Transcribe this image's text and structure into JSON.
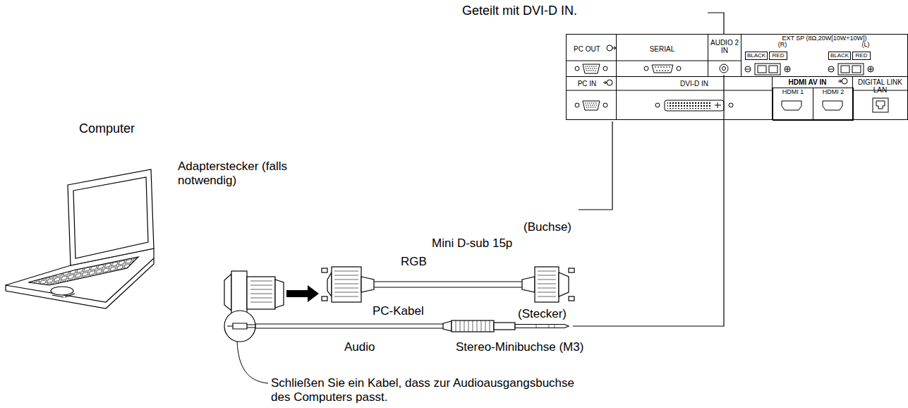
{
  "diagram": {
    "nodes": [
      {
        "text": [
          "PC OUT"
        ]
      },
      {
        "text": [
          "SERIAL"
        ]
      },
      {
        "text": [
          "AUDIO 2 IN"
        ]
      },
      {
        "text": [
          "EXT SP (8Ω,20W[10W+10W])"
        ]
      },
      {
        "text": [
          "BLACK"
        ],
        "in": 3
      },
      {
        "text": [
          "RED"
        ],
        "in": 3
      },
      {
        "text": [
          "BLACK"
        ],
        "in": 3
      },
      {
        "text": [
          "RED"
        ],
        "in": 3
      },
      {
        "text": [
          "PC IN"
        ]
      },
      {
        "text": [
          "DVI-D IN"
        ]
      },
      {
        "text": [
          "HDMI AV IN"
        ]
      },
      {
        "text": [
          "HDMI 1"
        ],
        "in": 10
      },
      {
        "text": [
          "HDMI 2"
        ],
        "in": 10
      },
      {
        "text": [
          "DIGITAL LINK",
          "LAN"
        ]
      }
    ],
    "labels": [
      "Geteilt mit DVI-D IN.",
      "(R)",
      "(L)",
      "Computer",
      "Adapterstecker (falls notwendig)",
      "(Buchse)",
      "Mini D-sub 15p",
      "RGB",
      "PC-Kabel",
      "(Stecker)",
      "Audio",
      "Stereo-Minibuchse (M3)",
      "Schließen Sie ein Kabel, dass zur Audioausgangsbuchse des Computers passt."
    ]
  }
}
